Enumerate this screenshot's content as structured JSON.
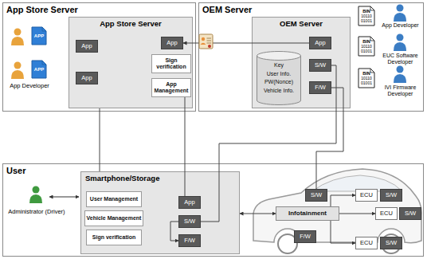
{
  "diagram": {
    "nodes": [
      {
        "text": [
          "App Store Server"
        ]
      },
      {
        "text": [
          "App Store Server"
        ],
        "in": 0
      },
      {
        "text": [
          "App"
        ],
        "in": 1
      },
      {
        "text": [
          "App"
        ],
        "in": 1
      },
      {
        "text": [
          "App"
        ],
        "in": 1
      },
      {
        "text": [
          "Sign verification"
        ],
        "in": 1
      },
      {
        "text": [
          "App Management"
        ],
        "in": 1
      },
      {
        "text": [
          "OEM Server"
        ]
      },
      {
        "text": [
          "OEM Server"
        ],
        "in": 7
      },
      {
        "text": [
          "Key",
          "User Info.",
          "PW(Nonce)",
          "Vehicle Info."
        ],
        "in": 8
      },
      {
        "text": [
          "App"
        ],
        "in": 8
      },
      {
        "text": [
          "S/W"
        ],
        "in": 8
      },
      {
        "text": [
          "F/W"
        ],
        "in": 8
      },
      {
        "text": [
          "User"
        ]
      },
      {
        "text": [
          "Smartphone/Storage"
        ],
        "in": 13
      },
      {
        "text": [
          "User Management"
        ],
        "in": 14
      },
      {
        "text": [
          "Vehicle Management"
        ],
        "in": 14
      },
      {
        "text": [
          "Sign verification"
        ],
        "in": 14
      },
      {
        "text": [
          "App"
        ],
        "in": 14
      },
      {
        "text": [
          "S/W"
        ],
        "in": 14
      },
      {
        "text": [
          "F/W"
        ],
        "in": 14
      },
      {
        "text": [
          "Infotainment"
        ],
        "in": 13
      },
      {
        "text": [
          "S/W"
        ],
        "in": 13
      },
      {
        "text": [
          "F/W"
        ],
        "in": 13
      },
      {
        "text": [
          "ECU"
        ],
        "in": 13
      },
      {
        "text": [
          "S/W"
        ],
        "in": 13
      },
      {
        "text": [
          "ECU"
        ],
        "in": 13
      },
      {
        "text": [
          "S/W"
        ],
        "in": 13
      },
      {
        "text": [
          "ECU"
        ],
        "in": 13
      },
      {
        "text": [
          "S/W"
        ],
        "in": 13
      }
    ],
    "edges": [
      {
        "from": 10,
        "to": 4,
        "arrow": "to"
      },
      {
        "from": 1,
        "to": 14,
        "arrow": "none"
      },
      {
        "from": 6,
        "to": 18,
        "arrow": "none"
      },
      {
        "from": 11,
        "to": 19,
        "arrow": "none"
      },
      {
        "from": 12,
        "to": 22,
        "arrow": "none"
      },
      {
        "from": 14,
        "to": 21,
        "arrow": "both"
      },
      {
        "from": 19,
        "to": 20,
        "arrow": "to"
      },
      {
        "from": 21,
        "to": 24,
        "arrow": "to"
      },
      {
        "from": 21,
        "to": 26,
        "arrow": "to"
      },
      {
        "from": 21,
        "to": 28,
        "arrow": "to"
      }
    ],
    "labels": [
      "APP",
      "APP",
      "App Developer",
      "BIN",
      "10110 01001",
      "App Developer",
      "BIN",
      "10110 01001",
      "EUC Software Developer",
      "BIN",
      "10110 01001",
      "IVI Firmware Developer",
      "Administrator (Driver)"
    ]
  }
}
